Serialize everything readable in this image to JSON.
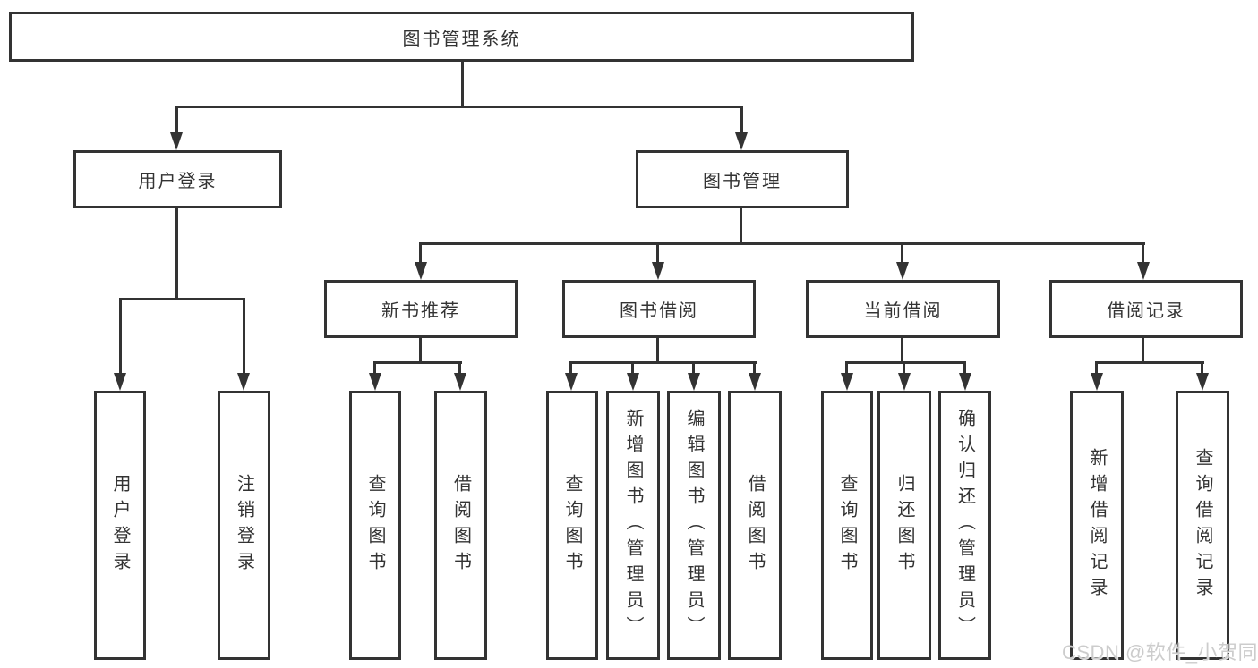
{
  "nodes": {
    "root": "图书管理系统",
    "level2": [
      "用户登录",
      "图书管理"
    ],
    "level3": [
      "新书推荐",
      "图书借阅",
      "当前借阅",
      "借阅记录"
    ],
    "leaves": [
      [
        "用户登录",
        "注销登录"
      ],
      [
        "查询图书",
        "借阅图书"
      ],
      [
        "查询图书",
        "新增图书（管理员）",
        "编辑图书（管理员）",
        "借阅图书"
      ],
      [
        "查询图书",
        "归还图书",
        "确认归还（管理员）"
      ],
      [
        "新增借阅记录",
        "查询借阅记录"
      ]
    ]
  },
  "watermark": "CSDN @软件_小贺同学",
  "colors": {
    "line": "#333333",
    "text": "#333333",
    "watermark": "#cccccc",
    "background": "#ffffff"
  }
}
